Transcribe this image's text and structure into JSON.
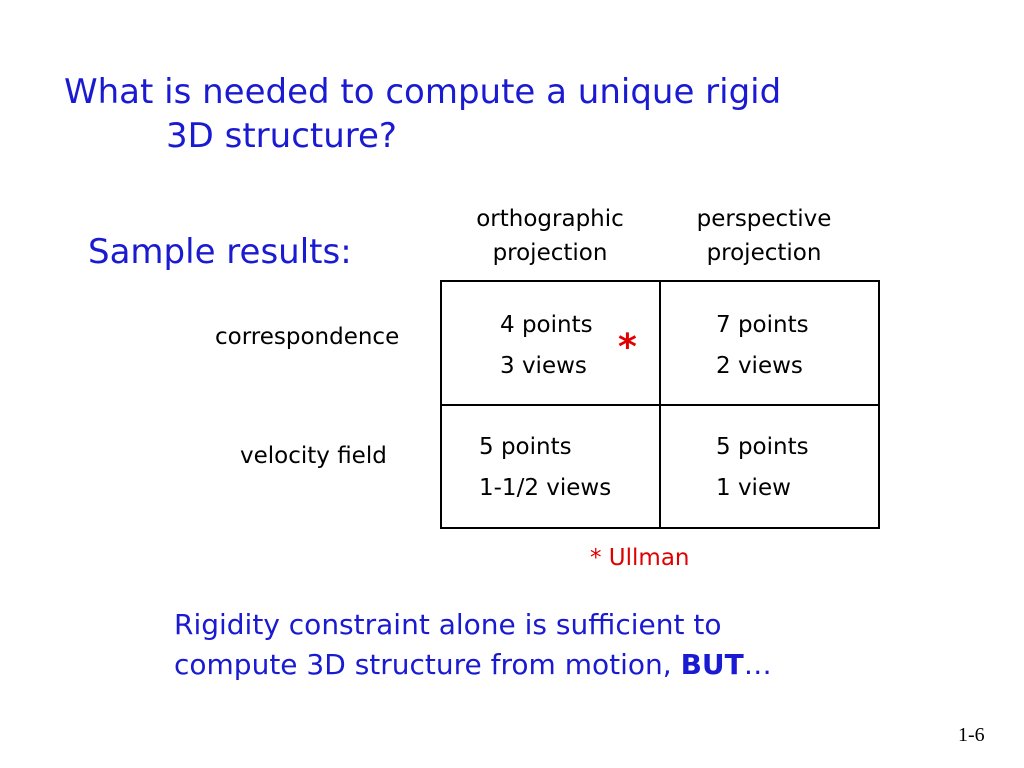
{
  "title": {
    "line1": "What is needed to compute a unique rigid",
    "line2": "3D structure?"
  },
  "sample_label": "Sample results:",
  "table": {
    "columns": [
      {
        "line1": "orthographic",
        "line2": "projection"
      },
      {
        "line1": "perspective",
        "line2": "projection"
      }
    ],
    "rows": [
      {
        "label": "correspondence",
        "cells": [
          [
            "4 points",
            "3 views"
          ],
          [
            "7 points",
            "2 views"
          ]
        ]
      },
      {
        "label": "velocity field",
        "cells": [
          [
            "5 points",
            "1-1/2 views"
          ],
          [
            "5 points",
            "1 view"
          ]
        ]
      }
    ],
    "marker": "*"
  },
  "footnote": "* Ullman",
  "conclusion": {
    "line1": "Rigidity constraint alone is sufficient to",
    "line2_prefix": "compute 3D structure from motion, ",
    "line2_bold": "BUT",
    "line2_suffix": "…"
  },
  "slide_number": "1-6",
  "colors": {
    "title_blue": "#1a1ad2",
    "accent_red": "#e00000",
    "text": "#000000"
  }
}
